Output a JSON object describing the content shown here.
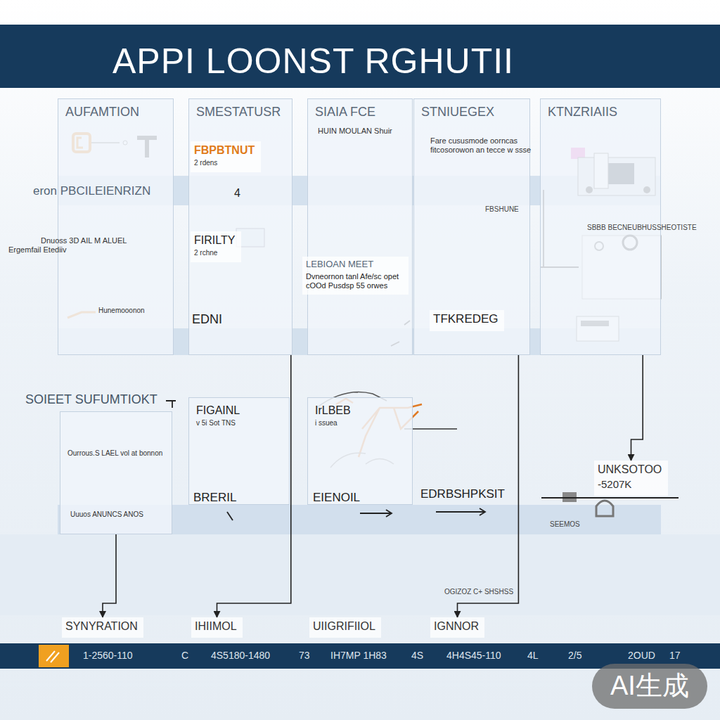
{
  "diagram": {
    "title": "APPI LOONST RGHUTII",
    "nodes": [
      {
        "text": [
          "AUFAMTION"
        ]
      },
      {
        "text": [
          "SMESTATUSR"
        ]
      },
      {
        "text": [
          "SIAIA FCE"
        ]
      },
      {
        "text": [
          "STNIUEGEX"
        ]
      },
      {
        "text": [
          "KTNZRIAIIS"
        ]
      },
      {
        "text": [
          "FBPBTNUT",
          "2 rdens"
        ],
        "in": 1
      },
      {
        "text": [
          "FIRILTY",
          "2 rchne"
        ],
        "in": 1
      },
      {
        "text": [
          "LEBIOAN MEET",
          "Dvneornon tanl Afe/sc opet cOOd Pusdsp 55 orwes"
        ],
        "in": 2
      },
      {
        "text": [
          "TFKREDEG"
        ],
        "in": 3
      },
      {
        "text": [
          "SOIEET SUFUMTIOKT",
          "Ourrous.S LAEL vol at bonnon"
        ]
      },
      {
        "text": [
          "FIGAINL",
          "v 5i Sot TNS"
        ]
      },
      {
        "text": [
          "IrLBEB",
          "i ssuea"
        ]
      },
      {
        "text": [
          "UNKSOTOO",
          "-5207K"
        ]
      },
      {
        "text": [
          "SYNYRATION"
        ]
      },
      {
        "text": [
          "IHIIMOL"
        ]
      },
      {
        "text": [
          "UIIGRIFIIOL"
        ]
      },
      {
        "text": [
          "IGNNOR"
        ]
      }
    ],
    "edges": [
      {
        "from": 9,
        "to": 13,
        "arrow": "to"
      },
      {
        "from": 1,
        "to": 14,
        "arrow": "to"
      },
      {
        "from": 3,
        "to": 16,
        "arrow": "to"
      },
      {
        "from": 4,
        "to": 12,
        "arrow": "to"
      }
    ],
    "labels": [
      "HUIN MOULAN Shuir",
      "Fare cususmode oorncas fitcosorowon an tecce w ssse",
      "eron PBCILEIENRIZN",
      "4",
      "Dnuoss 3D AIL M ALUEL",
      "Ergemfail Etediiv",
      "Hunemooonon",
      "EDNI",
      "FBSHUNE",
      "SBBB BECNEUBHUSSHEOTISTE",
      "Uuuos ANUNCS ANOS",
      "BRERIL",
      "EIENOIL",
      "EDRBSHPKSIT",
      "SEEMOS",
      "OGIZOZ C+ SHSHSS",
      "1-2560-110",
      "C",
      "4S5180-1480",
      "73",
      "IH7MP 1H83",
      "4S",
      "4H4S45-110",
      "4L",
      "2/5",
      "2OUD",
      "17",
      "AI生成"
    ]
  }
}
